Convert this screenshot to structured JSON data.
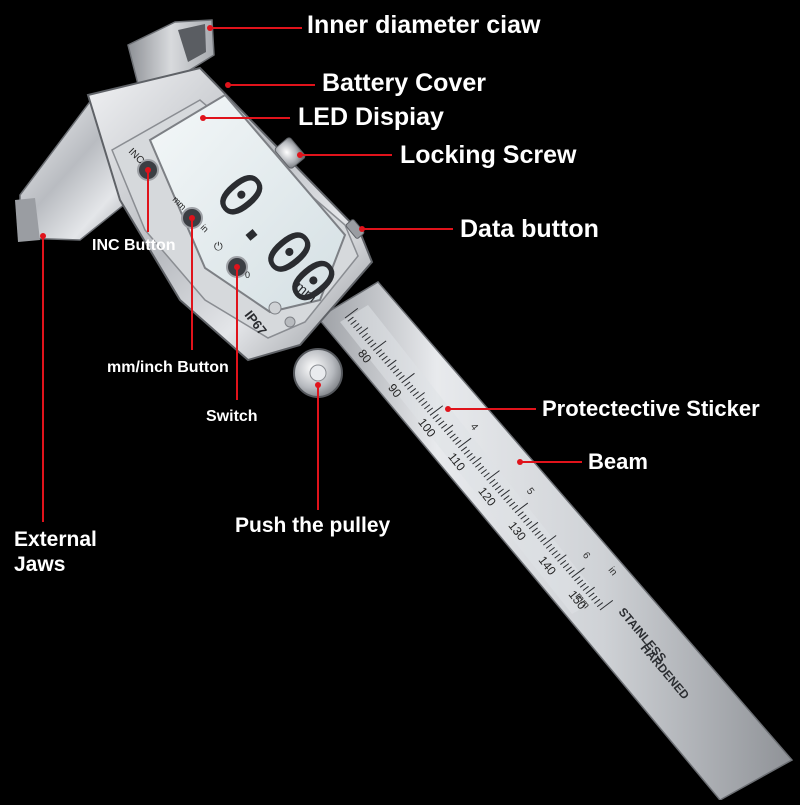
{
  "labels": {
    "inner_claw": "Inner diameter ciaw",
    "battery_cover": "Battery Cover",
    "led_display": "LED Dispiay",
    "locking_screw": "Locking Screw",
    "data_button": "Data button",
    "inc_button": "INC Button",
    "mm_inch_button": "mm/inch Button",
    "switch": "Switch",
    "protective_sticker": "Protectective Sticker",
    "beam": "Beam",
    "push_pulley": "Push the pulley",
    "external_jaws_line1": "External",
    "external_jaws_line2": "Jaws"
  },
  "device": {
    "reading": "0.00",
    "unit": "mm",
    "ip_rating": "IP67",
    "inc_key": "INC",
    "mm_key": "mm",
    "in_key": "in",
    "power_key": "⏻",
    "zero_key": "0",
    "scale_numbers": [
      "80",
      "90",
      "100",
      "110",
      "120",
      "130",
      "140",
      "150"
    ],
    "inch_numbers": [
      "4",
      "5",
      "6"
    ],
    "scale_mm": "mm",
    "scale_in": "in",
    "stamp_line1": "STAINLESS",
    "stamp_line2": "HARDENED"
  },
  "colors": {
    "background": "#000000",
    "leader_line": "#e0131b",
    "label_text": "#ffffff",
    "lcd": "#e6eef0",
    "steel": "#c9ccd0"
  }
}
